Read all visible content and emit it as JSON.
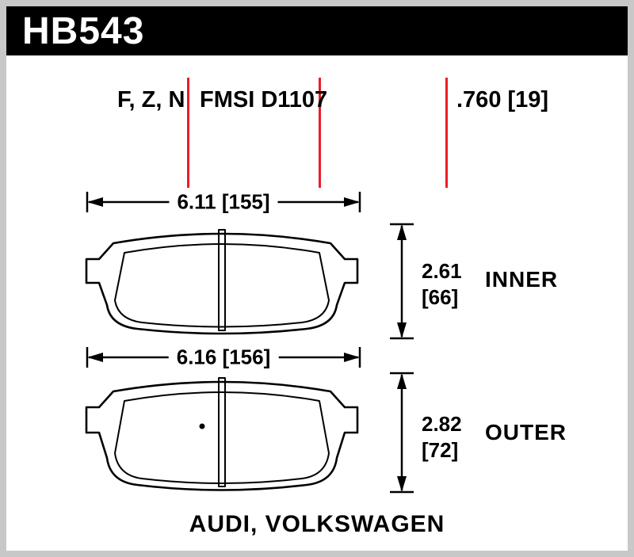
{
  "header": {
    "part_number": "HB543"
  },
  "spec_row": {
    "compound_codes": "F, Z, N",
    "fmsi_number": "FMSI D1107",
    "thickness": ".760 [19]"
  },
  "inner_pad": {
    "width": "6.11 [155]",
    "height_in": "2.61",
    "height_mm": "[66]",
    "position_label": "INNER"
  },
  "outer_pad": {
    "width": "6.16 [156]",
    "height_in": "2.82",
    "height_mm": "[72]",
    "position_label": "OUTER"
  },
  "footer": {
    "applications": "AUDI, VOLKSWAGEN"
  },
  "colors": {
    "accent_red": "#ee1c25",
    "frame_gray": "#c8c8c8",
    "ink_black": "#000000"
  }
}
